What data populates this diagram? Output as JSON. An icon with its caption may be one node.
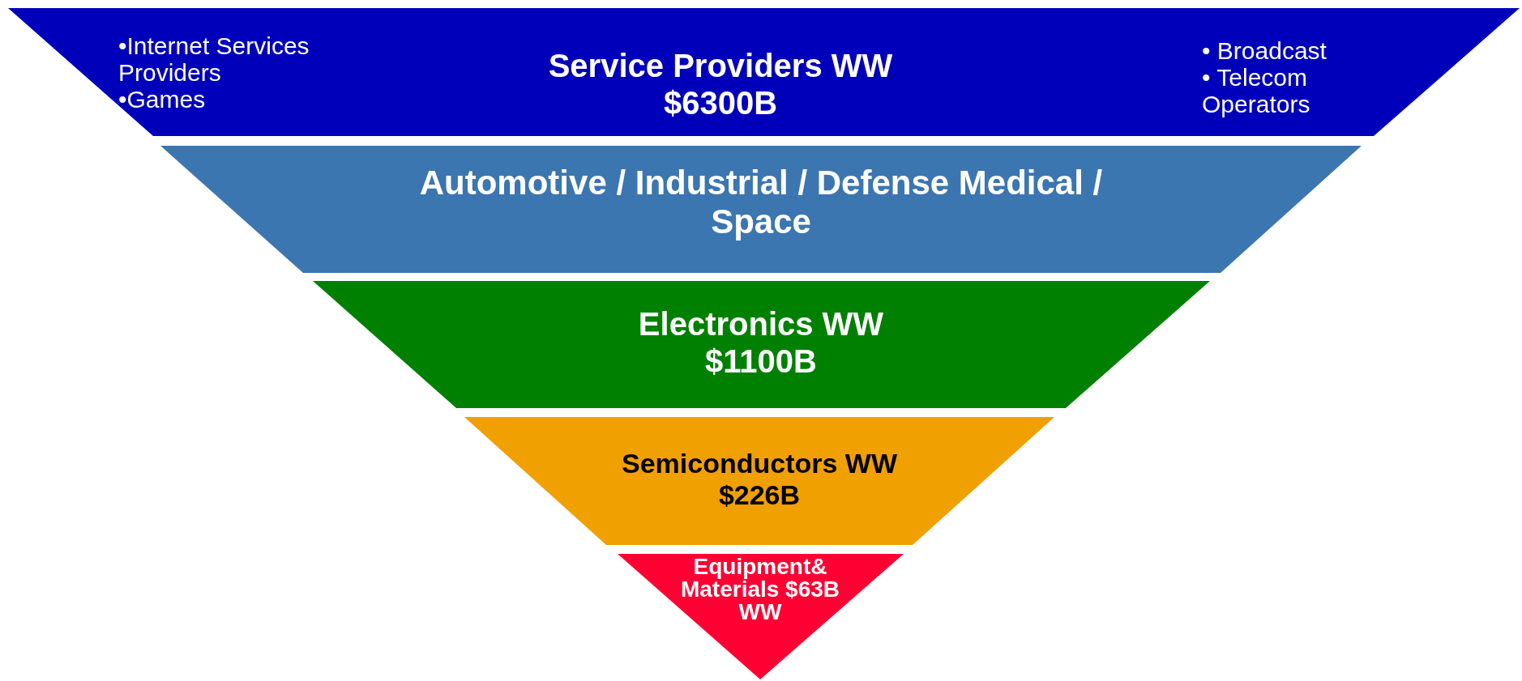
{
  "diagram": {
    "nodes": [
      {
        "text": [
          "Service Providers WW $6300B",
          "•Internet Services Providers",
          "•Games",
          "• Broadcast",
          "• Telecom Operators"
        ]
      },
      {
        "text": [
          "Automotive / Industrial / Defense Medical / Space"
        ]
      },
      {
        "text": [
          "Electronics WW $1100B"
        ]
      },
      {
        "text": [
          "Semiconductors WW $226B"
        ]
      },
      {
        "text": [
          "Equipment& Materials $63B WW"
        ]
      }
    ]
  }
}
